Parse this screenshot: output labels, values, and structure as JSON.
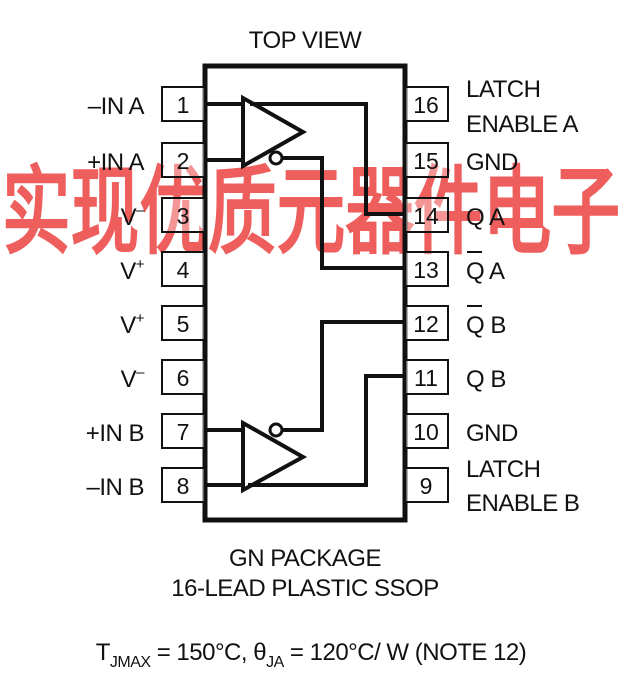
{
  "title": "TOP VIEW",
  "package": {
    "line1": "GN PACKAGE",
    "line2": "16-LEAD PLASTIC SSOP"
  },
  "thermal": {
    "t": "T",
    "t_sub": "JMAX",
    "t_value": " = 150°C, ",
    "theta": "θ",
    "theta_sub": "JA",
    "theta_value": " = 120°C/ W (NOTE 12)"
  },
  "left_pins": [
    {
      "num": "1",
      "label": "–IN A"
    },
    {
      "num": "2",
      "label": "+IN A"
    },
    {
      "num": "3",
      "label": "V",
      "sup": "–"
    },
    {
      "num": "4",
      "label": "V",
      "sup": "+"
    },
    {
      "num": "5",
      "label": "V",
      "sup": "+"
    },
    {
      "num": "6",
      "label": "V",
      "sup": "–"
    },
    {
      "num": "7",
      "label": "+IN B"
    },
    {
      "num": "8",
      "label": "–IN B"
    }
  ],
  "right_pins": [
    {
      "num": "16",
      "label": "LATCH",
      "label2": "ENABLE A"
    },
    {
      "num": "15",
      "label": "GND"
    },
    {
      "num": "14",
      "label": "Q A"
    },
    {
      "num": "13",
      "label": "Q A",
      "overbar": true
    },
    {
      "num": "12",
      "label": "Q B",
      "overbar": true
    },
    {
      "num": "11",
      "label": "Q B"
    },
    {
      "num": "10",
      "label": "GND"
    },
    {
      "num": "9",
      "label": "LATCH",
      "label2": "ENABLE B"
    }
  ],
  "watermark": "实现优质元器件电子",
  "colors": {
    "ink": "#111111",
    "watermark": "#e8312f"
  }
}
